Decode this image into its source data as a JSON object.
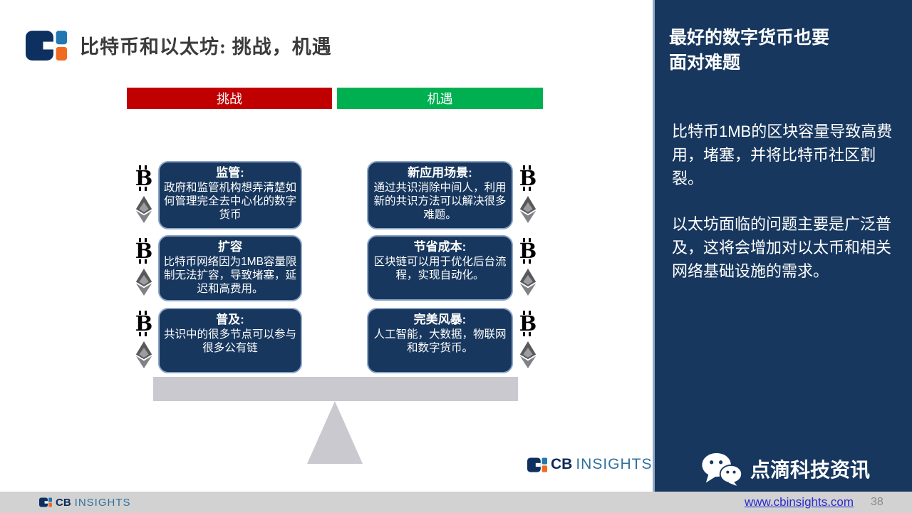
{
  "header": {
    "title": "比特币和以太坊: 挑战，机遇"
  },
  "columns": {
    "challenges": {
      "header": "挑战",
      "items": [
        {
          "title": "监管:",
          "body": "政府和监管机构想弄清楚如何管理完全去中心化的数字货币"
        },
        {
          "title": "扩容",
          "body": "比特币网络因为1MB容量限制无法扩容，导致堵塞，延迟和高费用。"
        },
        {
          "title": "普及:",
          "body": "共识中的很多节点可以参与很多公有链"
        }
      ]
    },
    "opportunities": {
      "header": "机遇",
      "items": [
        {
          "title": "新应用场景:",
          "body": "通过共识消除中间人，利用新的共识方法可以解决很多难题。"
        },
        {
          "title": "节省成本:",
          "body": "区块链可以用于优化后台流程，实现自动化。"
        },
        {
          "title": "完美风暴:",
          "body": "人工智能，大数据，物联网和数字货币。"
        }
      ]
    }
  },
  "watermark": {
    "cb": "CB",
    "insights": "INSIGHTS"
  },
  "sidebar": {
    "heading": "最好的数字货币也要面对难题",
    "paragraphs": [
      "比特币1MB的区块容量导致高费用，堵塞，并将比特币社区割裂。",
      "以太坊面临的问题主要是广泛普及，这将会增加对以太币和相关网络基础设施的需求。"
    ],
    "wechat_label": "点滴科技资讯"
  },
  "footer": {
    "logo_cb": "CB",
    "logo_insights": "INSIGHTS",
    "url": "www.cbinsights.com",
    "page_number": "38"
  },
  "icons": {
    "bitcoin_glyph": "B",
    "ethereum": "ethereum-diamond",
    "wechat": "wechat-chat-bubbles",
    "cbinsights": "cbinsights-square-logo"
  },
  "colors": {
    "challenge_red": "#C00000",
    "opportunity_green": "#00B050",
    "navy": "#17375E",
    "card_border": "#8CA6C6",
    "seesaw_gray": "#C9C9CF",
    "footer_gray": "#D2D2D2",
    "link_blue": "#2929CC",
    "brand_navy": "#0D2A57",
    "brand_blue": "#31719E",
    "brand_lightblue": "#2077B4",
    "brand_orange": "#F16A22"
  }
}
